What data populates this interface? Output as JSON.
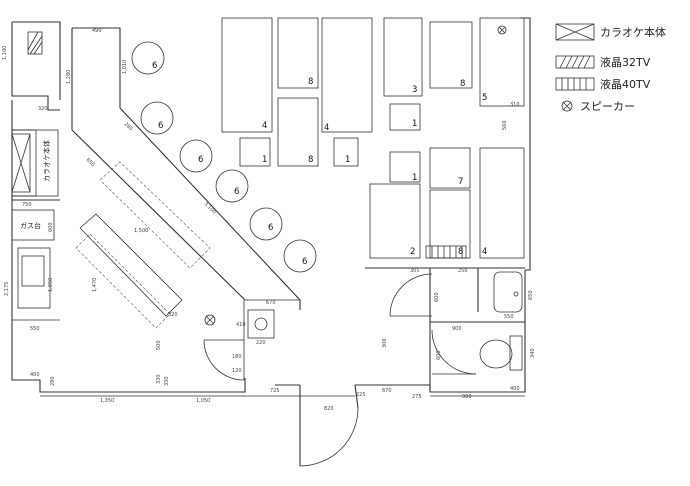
{
  "legend": {
    "karaoke": "カラオケ本体",
    "tv32": "液晶32TV",
    "tv40": "液晶40TV",
    "speaker": "スピーカー"
  },
  "labels": {
    "karaoke_wall": "カラオケ本体",
    "gas": "ガス台"
  },
  "counter_seats": [
    "6",
    "6",
    "6",
    "6",
    "6",
    "6"
  ],
  "tables": {
    "t1": "4",
    "t2": "8",
    "t3": "4",
    "t4": "3",
    "t5": "8",
    "t6": "5",
    "t7": "1",
    "t8": "8",
    "t9": "1",
    "t10": "1",
    "t11": "1",
    "t12": "7",
    "t13": "2",
    "t14": "8",
    "t15": "4"
  },
  "dimensions": {
    "d1": "1,100",
    "d2": "490",
    "d3": "1,280",
    "d4": "1,010",
    "d5": "320",
    "d6": "280",
    "d7": "650",
    "d8": "1,500",
    "d9": "3,100",
    "d10": "750",
    "d11": "600",
    "d12": "2,175",
    "d13": "1,050",
    "d14": "550",
    "d15": "1,470",
    "d16": "320",
    "d17": "670",
    "d18": "410",
    "d19": "220",
    "d20": "180",
    "d21": "120",
    "d22": "500",
    "d23": "330",
    "d24": "400",
    "d25": "280",
    "d26": "330",
    "d27": "1,350",
    "d28": "1,050",
    "d29": "725",
    "d30": "820",
    "d31": "225",
    "d32": "670",
    "d33": "275",
    "d34": "305",
    "d35": "250",
    "d36": "600",
    "d37": "650",
    "d38": "550",
    "d39": "900",
    "d40": "600",
    "d41": "400",
    "d42": "900",
    "d43": "340",
    "d44": "310",
    "d45": "560",
    "d46": "300"
  }
}
